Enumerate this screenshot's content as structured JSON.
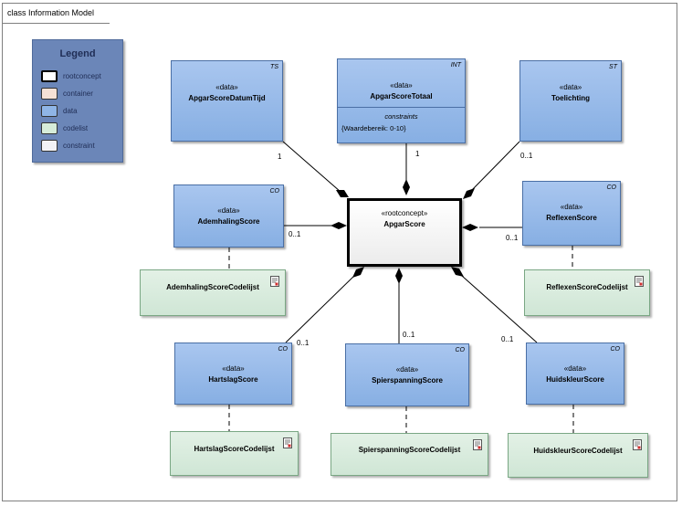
{
  "frame": {
    "title": "class Information Model"
  },
  "legend": {
    "title": "Legend",
    "items": [
      {
        "label": "rootconcept",
        "color": "#ffffff",
        "border": "#000000"
      },
      {
        "label": "container",
        "color": "#f6e1d6",
        "border": "#555555"
      },
      {
        "label": "data",
        "color": "#8fb5e6",
        "border": "#555555"
      },
      {
        "label": "codelist",
        "color": "#d6ecd9",
        "border": "#555555"
      },
      {
        "label": "constraint",
        "color": "#f2f2f6",
        "border": "#555555"
      }
    ]
  },
  "root": {
    "stereotype": "«rootconcept»",
    "name": "ApgarScore"
  },
  "classes": {
    "datumtijd": {
      "stereotype": "«data»",
      "name": "ApgarScoreDatumTijd",
      "tag": "TS"
    },
    "totaal": {
      "stereotype": "«data»",
      "name": "ApgarScoreTotaal",
      "tag": "INT",
      "constraints_title": "constraints",
      "constraint": "{Waardebereik: 0-10}"
    },
    "toelichting": {
      "stereotype": "«data»",
      "name": "Toelichting",
      "tag": "ST"
    },
    "ademhaling": {
      "stereotype": "«data»",
      "name": "AdemhalingScore",
      "tag": "CO"
    },
    "reflexen": {
      "stereotype": "«data»",
      "name": "ReflexenScore",
      "tag": "CO"
    },
    "hartslag": {
      "stereotype": "«data»",
      "name": "HartslagScore",
      "tag": "CO"
    },
    "spierspanning": {
      "stereotype": "«data»",
      "name": "SpierspanningScore",
      "tag": "CO"
    },
    "huidskleur": {
      "stereotype": "«data»",
      "name": "HuidskleurScore",
      "tag": "CO"
    }
  },
  "codelists": {
    "ademhaling": "AdemhalingScoreCodelijst",
    "reflexen": "ReflexenScoreCodelijst",
    "hartslag": "HartslagScoreCodelijst",
    "spierspanning": "SpierspanningScoreCodelijst",
    "huidskleur": "HuidskleurScoreCodelijst"
  },
  "multiplicities": {
    "datumtijd": "1",
    "totaal": "1",
    "toelichting": "0..1",
    "ademhaling": "0..1",
    "reflexen": "0..1",
    "hartslag": "0..1",
    "spierspanning": "0..1",
    "huidskleur": "0..1"
  }
}
